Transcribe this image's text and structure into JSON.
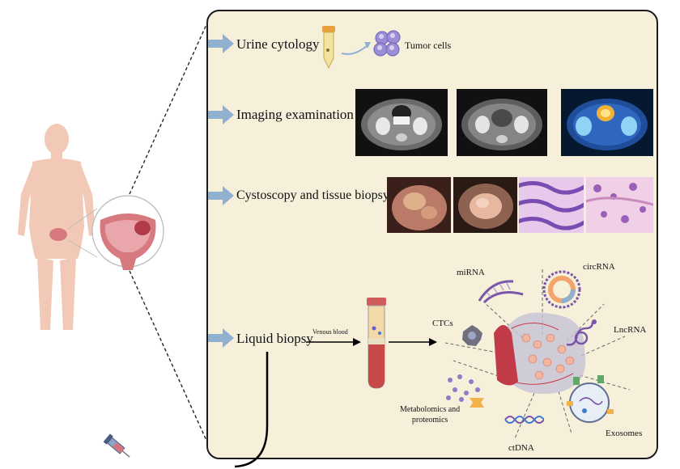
{
  "steps": {
    "urine_cytology": "Urine cytology",
    "tumor_cells": "Tumor cells",
    "imaging": "Imaging examination",
    "cystoscopy": "Cystoscopy and tissue biopsy",
    "liquid_biopsy": "Liquid biopsy",
    "venous_blood": "Venous blood"
  },
  "biomarkers": {
    "mirna": "miRNA",
    "circrna": "circRNA",
    "lncrna": "LncRNA",
    "ctcs": "CTCs",
    "metabolomics_line1": "Metabolomics and",
    "metabolomics_line2": "proteomics",
    "ctdna": "ctDNA",
    "exosomes": "Exosomes"
  },
  "colors": {
    "panel_bg": "#f6f0db",
    "arrow": "#8fb0d0",
    "skin": "#f2c9b6",
    "bladder": "#d67a80",
    "tumor": "#b23a48"
  }
}
